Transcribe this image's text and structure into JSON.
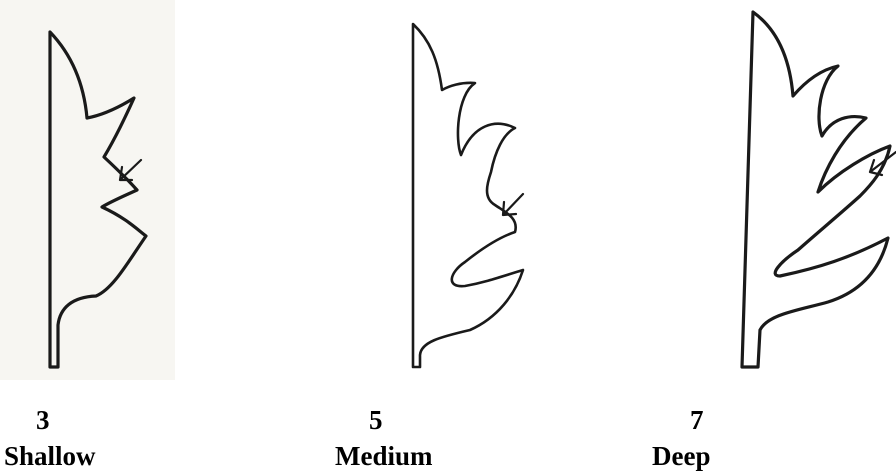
{
  "panels": [
    {
      "score": "3",
      "label": "Shallow"
    },
    {
      "score": "5",
      "label": "Medium"
    },
    {
      "score": "7",
      "label": "Deep"
    }
  ],
  "colors": {
    "background": "#ffffff",
    "ink": "#1a1a1a",
    "paper_tint": "#f7f6f2"
  }
}
